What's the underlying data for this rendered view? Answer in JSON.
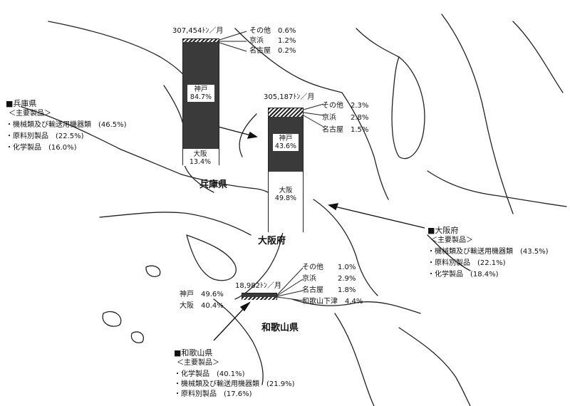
{
  "prefectures": {
    "hyogo": "兵庫県",
    "osaka": "大阪府",
    "wakayama": "和歌山県"
  },
  "bars": {
    "hyogo": {
      "total": "307,454ﾄﾝ／月",
      "segments": [
        {
          "name": "神戸",
          "share": 84.7,
          "label": "84.7%"
        },
        {
          "name": "大阪",
          "share": 13.4,
          "label": "13.4%"
        },
        {
          "name": "その他",
          "share": 0.6,
          "label": "0.6%"
        },
        {
          "name": "京浜",
          "share": 1.2,
          "label": "1.2%"
        },
        {
          "name": "名古屋",
          "share": 0.2,
          "label": "0.2%"
        }
      ]
    },
    "osaka": {
      "total": "305,187ﾄﾝ／月",
      "segments": [
        {
          "name": "神戸",
          "share": 43.6,
          "label": "43.6%"
        },
        {
          "name": "大阪",
          "share": 49.8,
          "label": "49.8%"
        },
        {
          "name": "その他",
          "share": 2.3,
          "label": "2.3%"
        },
        {
          "name": "京浜",
          "share": 2.8,
          "label": "2.8%"
        },
        {
          "name": "名古屋",
          "share": 1.5,
          "label": "1.5%"
        }
      ]
    },
    "wakayama": {
      "total": "18,982ﾄﾝ／月",
      "segments": [
        {
          "name": "神戸",
          "share": 49.6,
          "label": "49.6%"
        },
        {
          "name": "大阪",
          "share": 40.4,
          "label": "40.4%"
        },
        {
          "name": "その他",
          "share": 1.0,
          "label": "1.0%"
        },
        {
          "name": "京浜",
          "share": 2.9,
          "label": "2.9%"
        },
        {
          "name": "名古屋",
          "share": 1.8,
          "label": "1.8%"
        },
        {
          "name": "和歌山下津",
          "share": 4.4,
          "label": "4.4%"
        }
      ]
    }
  },
  "products": {
    "hyogo": {
      "title": "■兵庫県",
      "subtitle": "＜主要製品＞",
      "items": [
        {
          "name": "・機械類及び輸送用機器類",
          "pct": "(46.5%)"
        },
        {
          "name": "・原料別製品",
          "pct": "(22.5%)"
        },
        {
          "name": "・化学製品",
          "pct": "(16.0%)"
        }
      ]
    },
    "osaka": {
      "title": "■大阪府",
      "subtitle": "＜主要製品＞",
      "items": [
        {
          "name": "・機械類及び輸送用機器類",
          "pct": "(43.5%)"
        },
        {
          "name": "・原料別製品",
          "pct": "(22.1%)"
        },
        {
          "name": "・化学製品",
          "pct": "(18.4%)"
        }
      ]
    },
    "wakayama": {
      "title": "■和歌山県",
      "subtitle": "＜主要製品＞",
      "items": [
        {
          "name": "・化学製品",
          "pct": "(40.1%)"
        },
        {
          "name": "・機械類及び輸送用機器類",
          "pct": "(21.9%)"
        },
        {
          "name": "・原料別製品",
          "pct": "(17.6%)"
        }
      ]
    }
  }
}
